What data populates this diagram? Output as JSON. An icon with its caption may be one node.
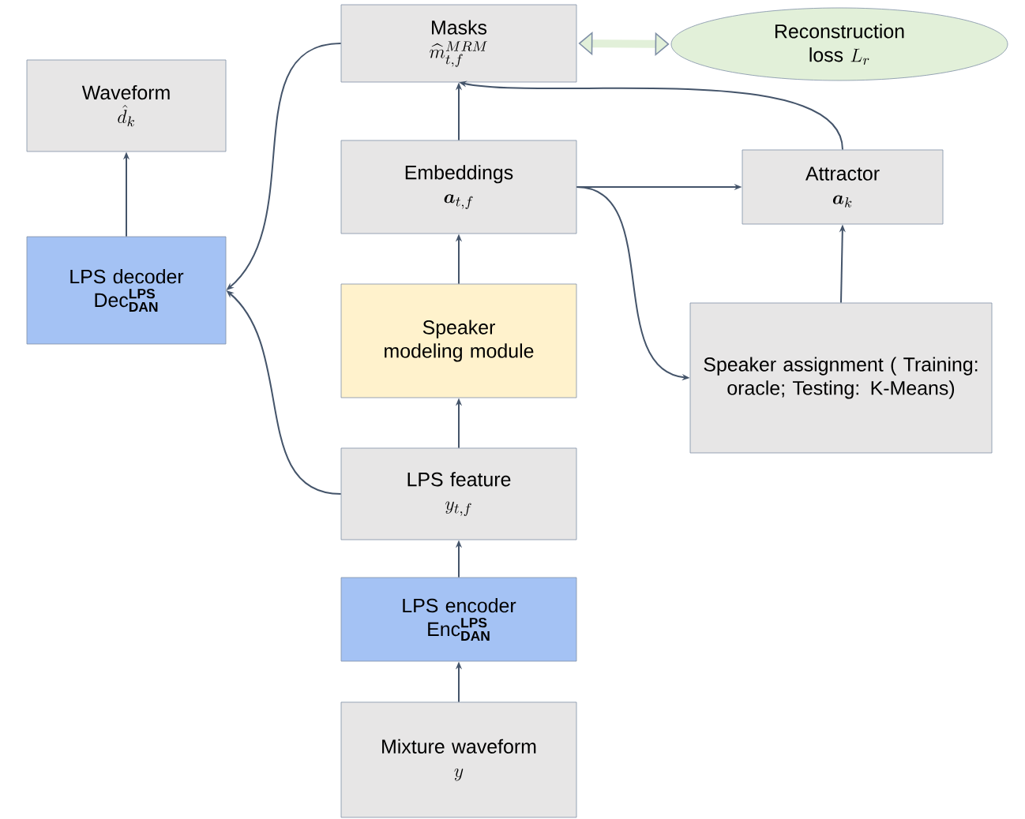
{
  "diagram": {
    "nodes": [
      {
        "text": [
          "Masks",
          "\\widehat{m}_{t,f}^{MRM}"
        ]
      },
      {
        "text": [
          "Reconstruction loss",
          "L_r"
        ]
      },
      {
        "text": [
          "Waveform",
          "\\hat{d}_k"
        ]
      },
      {
        "text": [
          "Embeddings",
          "\\boldsymbol{a}_{t,f}"
        ]
      },
      {
        "text": [
          "Attractor",
          "\\boldsymbol{a}_k"
        ]
      },
      {
        "text": [
          "LPS decoder",
          "\\mathrm{Dec}_{\\mathbf{DAN}}^{\\mathbf{LPS}}"
        ]
      },
      {
        "text": [
          "Speaker modeling module"
        ]
      },
      {
        "text": [
          "Speaker assignment ( Training: oracle; Testing: K-Means)"
        ]
      },
      {
        "text": [
          "LPS feature",
          "y_{t,f}"
        ]
      },
      {
        "text": [
          "LPS encoder",
          "\\mathrm{Enc}_{\\mathbf{DAN}}^{\\mathbf{LPS}}"
        ]
      },
      {
        "text": [
          "Mixture waveform",
          "y"
        ]
      }
    ],
    "edges": [
      {
        "from": 0,
        "to": 1,
        "arrow": "both",
        "style": "thick",
        "color": "#e2f0d9"
      },
      {
        "from": 3,
        "to": 0,
        "arrow": "to"
      },
      {
        "from": 4,
        "to": 0,
        "arrow": "to"
      },
      {
        "from": 3,
        "to": 4,
        "arrow": "to"
      },
      {
        "from": 3,
        "to": 7,
        "arrow": "to"
      },
      {
        "from": 7,
        "to": 4,
        "arrow": "to"
      },
      {
        "from": 6,
        "to": 3,
        "arrow": "to"
      },
      {
        "from": 8,
        "to": 6,
        "arrow": "to"
      },
      {
        "from": 9,
        "to": 8,
        "arrow": "to"
      },
      {
        "from": 10,
        "to": 9,
        "arrow": "to"
      },
      {
        "from": 5,
        "to": 2,
        "arrow": "to"
      },
      {
        "from": 0,
        "to": 5,
        "arrow": "to"
      },
      {
        "from": 8,
        "to": 5,
        "arrow": "to"
      }
    ]
  }
}
